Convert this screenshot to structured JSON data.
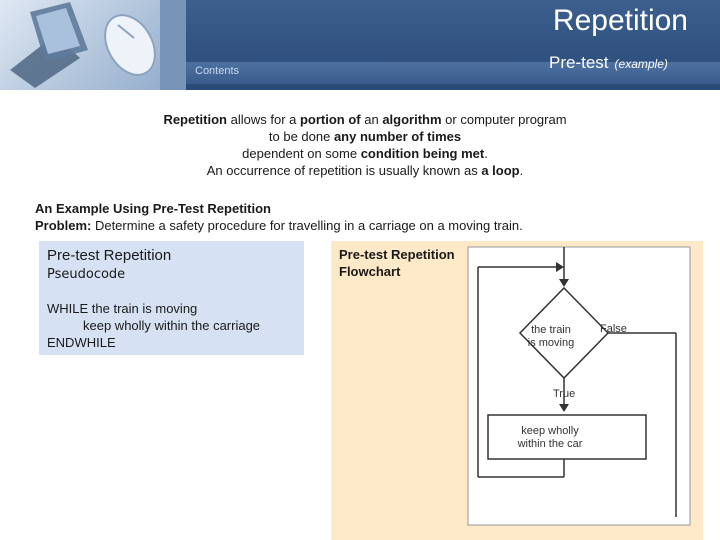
{
  "header": {
    "title": "Repetition",
    "subtitle": "Pre-test",
    "subtitle_note": "(example)",
    "contents_label": "Contents"
  },
  "intro": {
    "line1_a": "Repetition",
    "line1_b": " allows for a ",
    "line1_c": "portion of",
    "line1_d": " an ",
    "line1_e": "algorithm",
    "line1_f": " or computer program",
    "line2_a": "to be done ",
    "line2_b": "any number of times",
    "line3_a": "dependent on some ",
    "line3_b": "condition being met",
    "line3_c": ".",
    "line4_a": "An occurrence of repetition is usually known as ",
    "line4_b": "a loop",
    "line4_c": "."
  },
  "example": {
    "heading": "An Example Using Pre-Test Repetition",
    "problem_label": "Problem:",
    "problem_text": " Determine a safety procedure for travelling in a carriage on a moving train."
  },
  "pseudocode": {
    "title": "Pre-test Repetition",
    "subtitle": "Pseudocode",
    "line1": "WHILE the train is moving",
    "line2": "keep wholly within the carriage",
    "line3": "ENDWHILE"
  },
  "flowchart": {
    "label_line1": "Pre-test Repetition",
    "label_line2": "Flowchart",
    "decision_line1": "the train",
    "decision_line2": "is moving",
    "false_label": "False",
    "true_label": "True",
    "process_line1": "keep wholly",
    "process_line2": "within the car"
  }
}
